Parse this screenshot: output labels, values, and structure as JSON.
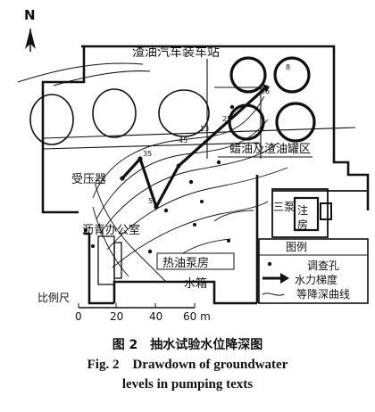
{
  "map": {
    "north_label": "N",
    "labels": {
      "loading_station": "渣油汽车装车站",
      "tank_area": "蜡油及渣油罐区",
      "transformer": "受压器",
      "pump_house": "热油泵房",
      "water_tank": "水箱",
      "asphalt_office": "沥青办公室",
      "pump_room_a": "注",
      "pump_room_b": "房",
      "pump_three": "三泵"
    },
    "contour_values": [
      "35",
      "25",
      "45",
      "35",
      "13",
      "8",
      "5"
    ],
    "scale": {
      "label": "比例尺",
      "ticks": [
        "0",
        "20",
        "40",
        "60 m"
      ]
    },
    "legend": {
      "title": "图例",
      "items": [
        "调查孔",
        "水力梯度",
        "等降深曲线"
      ]
    }
  },
  "caption": {
    "cn": "图 2　抽水试验水位降深图",
    "en_line1": "Fig. 2　Drawdown of groundwater",
    "en_line2": "levels in pumping texts"
  }
}
